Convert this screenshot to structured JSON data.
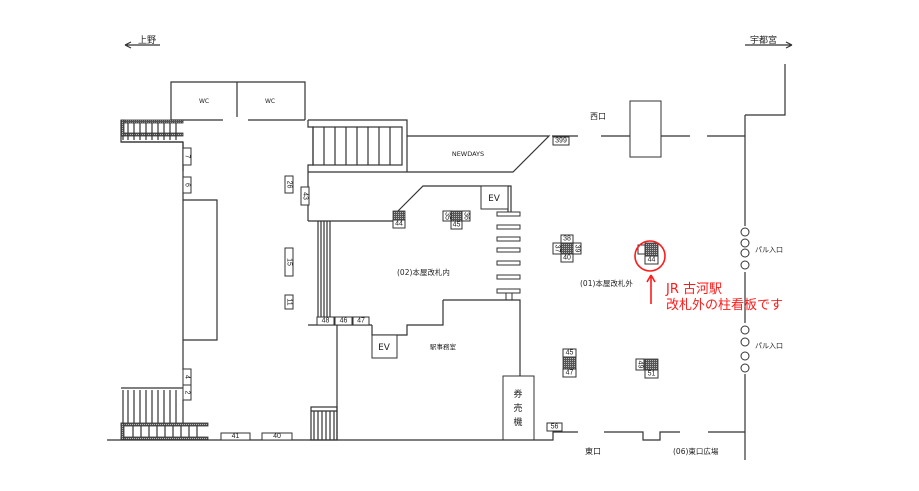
{
  "directions": {
    "left": "上野",
    "right": "宇都宮"
  },
  "rooms": {
    "wc1": "WC",
    "wc2": "WC",
    "newdays": "NEWDAYS",
    "ev_upper": "EV",
    "ev_lower": "EV",
    "office": "駅事務室",
    "ticket_machine": [
      "券",
      "売",
      "機"
    ]
  },
  "areas": {
    "inside": "(02)本屋改札内",
    "outside": "(01)本屋改札外",
    "west_exit": "西口",
    "east_exit": "東口",
    "east_plaza": "(06)東口広場",
    "pal1": "パル入口",
    "pal2": "パル入口"
  },
  "boards": {
    "b7": "7",
    "b6": "6",
    "b26": "26",
    "b43": "43",
    "b15": "15",
    "b11": "11",
    "b4": "4",
    "b2": "2",
    "b41": "41",
    "b40": "40",
    "b48": "48",
    "b46": "46",
    "b47": "47",
    "b44a": "44",
    "b35": "35",
    "b36": "36",
    "b45a": "45",
    "b38": "38",
    "b37": "37",
    "b39": "39",
    "b40b": "40",
    "b44b": "44",
    "b45b": "45",
    "b47b": "47",
    "b49": "49",
    "b51": "51",
    "b56": "56",
    "b399": "399"
  },
  "annotation": {
    "line1": "JR 古河駅",
    "line2": "改札外の柱看板です",
    "color": "#ff1a1a"
  }
}
